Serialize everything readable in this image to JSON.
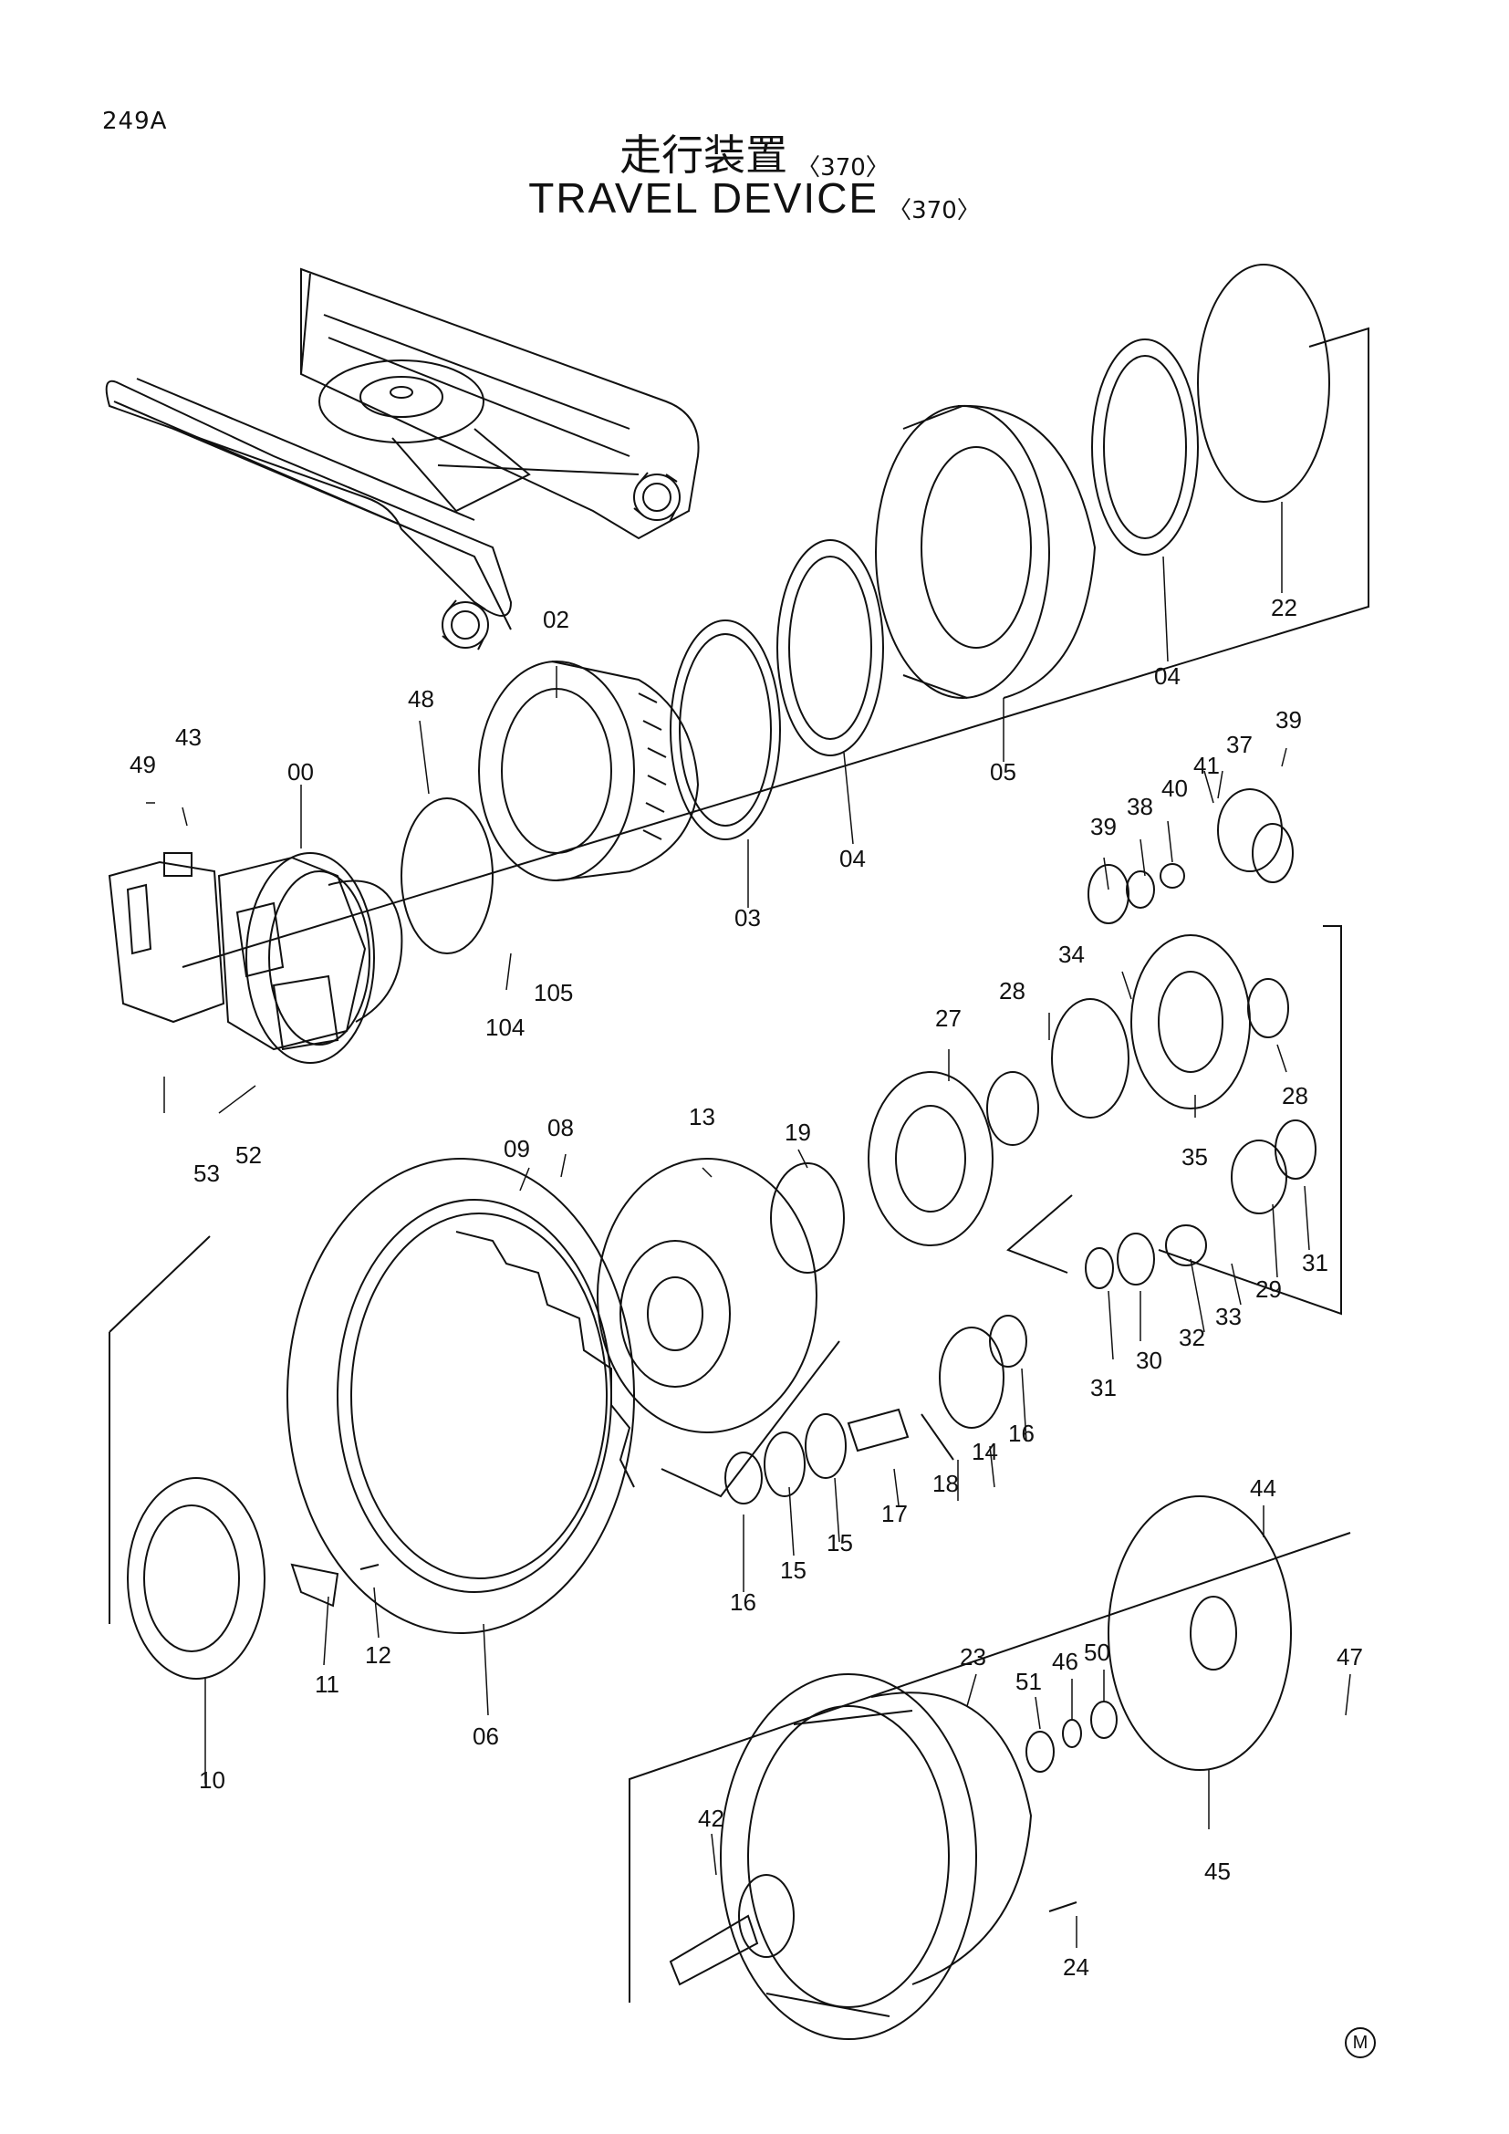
{
  "page": {
    "code": "249A"
  },
  "title": {
    "jp": "走行装置",
    "en": "TRAVEL DEVICE",
    "model_code": "〈370〉"
  },
  "callouts": {
    "00": "00",
    "02": "02",
    "03": "03",
    "04a": "04",
    "04b": "04",
    "05": "05",
    "06": "06",
    "08": "08",
    "09": "09",
    "10": "10",
    "11": "11",
    "12": "12",
    "13": "13",
    "14": "14",
    "15a": "15",
    "15b": "15",
    "16a": "16",
    "16b": "16",
    "17": "17",
    "18": "18",
    "19": "19",
    "22": "22",
    "23": "23",
    "24": "24",
    "27": "27",
    "28a": "28",
    "28b": "28",
    "29": "29",
    "30": "30",
    "31a": "31",
    "31b": "31",
    "32": "32",
    "33": "33",
    "34": "34",
    "35": "35",
    "37": "37",
    "38": "38",
    "39a": "39",
    "39b": "39",
    "40": "40",
    "41": "41",
    "42": "42",
    "43": "43",
    "44": "44",
    "45": "45",
    "46": "46",
    "47": "47",
    "48": "48",
    "49": "49",
    "50": "50",
    "51": "51",
    "52": "52",
    "53": "53",
    "104": "104",
    "105": "105"
  },
  "corner_mark": "M"
}
